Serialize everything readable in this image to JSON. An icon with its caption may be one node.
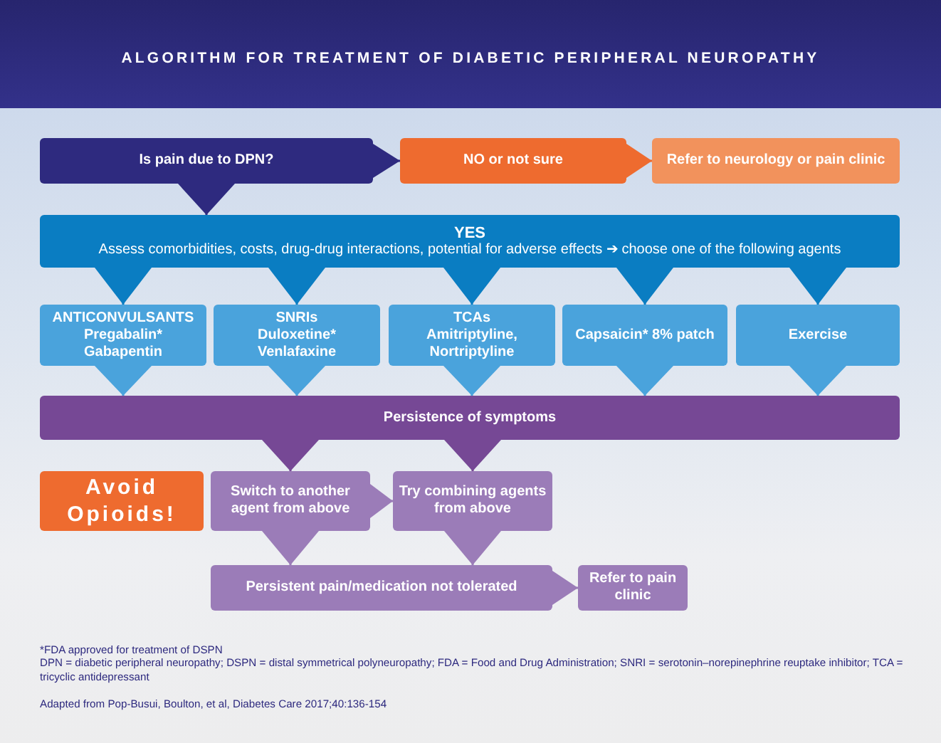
{
  "diagram": {
    "title": "ALGORITHM FOR TREATMENT OF DIABETIC PERIPHERAL NEUROPATHY",
    "nodes": [
      {
        "text": [
          "Is pain due to DPN?"
        ]
      },
      {
        "text": [
          "NO or not sure"
        ]
      },
      {
        "text": [
          "Refer to neurology or pain clinic"
        ]
      },
      {
        "text": [
          "YES",
          "Assess comorbidities, costs, drug-drug interactions, potential for adverse effects ➔ choose one of the following agents"
        ]
      },
      {
        "text": [
          "ANTICONVULSANTS",
          "Pregabalin*",
          "Gabapentin"
        ]
      },
      {
        "text": [
          "SNRIs",
          "Duloxetine*",
          "Venlafaxine"
        ]
      },
      {
        "text": [
          "TCAs",
          "Amitriptyline,",
          "Nortriptyline"
        ]
      },
      {
        "text": [
          "Capsaicin* 8% patch"
        ]
      },
      {
        "text": [
          "Exercise"
        ]
      },
      {
        "text": [
          "Persistence of symptoms"
        ]
      },
      {
        "text": [
          "Avoid Opioids!"
        ]
      },
      {
        "text": [
          "Switch to another agent from above"
        ]
      },
      {
        "text": [
          "Try combining agents from above"
        ]
      },
      {
        "text": [
          "Persistent pain/medication not tolerated"
        ]
      },
      {
        "text": [
          "Refer to pain clinic"
        ]
      }
    ],
    "edges": [
      {
        "from": 0,
        "to": 1,
        "arrow": "to",
        "color": "#2e2a7f"
      },
      {
        "from": 1,
        "to": 2,
        "arrow": "to",
        "color": "#ee6b2f"
      },
      {
        "from": 0,
        "to": 3,
        "arrow": "to",
        "color": "#2e2a7f"
      },
      {
        "from": 3,
        "to": 4,
        "arrow": "to",
        "color": "#0a7dc2"
      },
      {
        "from": 3,
        "to": 5,
        "arrow": "to",
        "color": "#0a7dc2"
      },
      {
        "from": 3,
        "to": 6,
        "arrow": "to",
        "color": "#0a7dc2"
      },
      {
        "from": 3,
        "to": 7,
        "arrow": "to",
        "color": "#0a7dc2"
      },
      {
        "from": 3,
        "to": 8,
        "arrow": "to",
        "color": "#0a7dc2"
      },
      {
        "from": 4,
        "to": 9,
        "arrow": "to",
        "color": "#4aa3dc"
      },
      {
        "from": 5,
        "to": 9,
        "arrow": "to",
        "color": "#4aa3dc"
      },
      {
        "from": 6,
        "to": 9,
        "arrow": "to",
        "color": "#4aa3dc"
      },
      {
        "from": 7,
        "to": 9,
        "arrow": "to",
        "color": "#4aa3dc"
      },
      {
        "from": 8,
        "to": 9,
        "arrow": "to",
        "color": "#4aa3dc"
      },
      {
        "from": 9,
        "to": 11,
        "arrow": "to",
        "color": "#764895"
      },
      {
        "from": 9,
        "to": 12,
        "arrow": "to",
        "color": "#764895"
      },
      {
        "from": 11,
        "to": 12,
        "arrow": "to",
        "color": "#9b7cb8"
      },
      {
        "from": 11,
        "to": 13,
        "arrow": "to",
        "color": "#9b7cb8"
      },
      {
        "from": 12,
        "to": 13,
        "arrow": "to",
        "color": "#9b7cb8"
      },
      {
        "from": 13,
        "to": 14,
        "arrow": "to",
        "color": "#9b7cb8"
      }
    ],
    "labels": [
      "*FDA approved for treatment of DSPN",
      "DPN = diabetic peripheral neuropathy; DSPN = distal symmetrical polyneuropathy; FDA = Food and Drug Administration; SNRI = serotonin–norepinephrine reuptake inhibitor; TCA = tricyclic antidepressant",
      "Adapted from Pop-Busui, Boulton, et al, Diabetes Care 2017;40:136-154"
    ]
  }
}
